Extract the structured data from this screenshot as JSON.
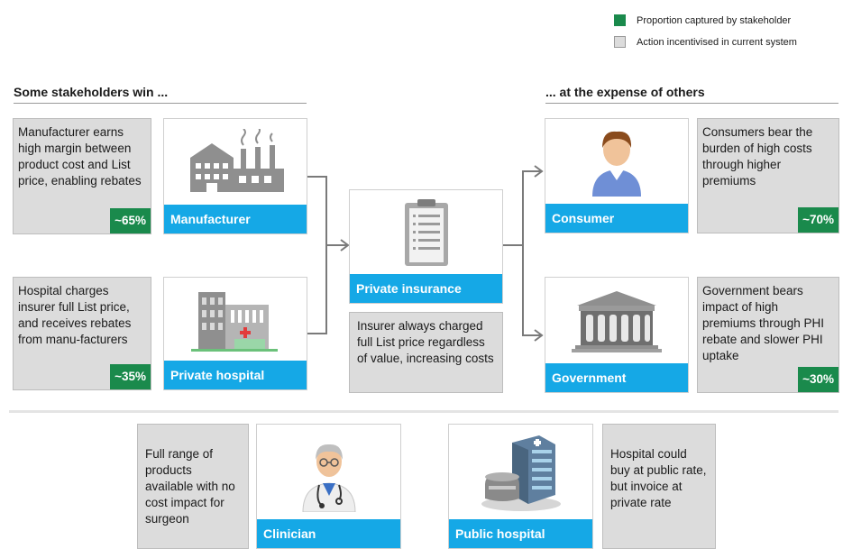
{
  "legend": {
    "items": [
      {
        "label": "Proportion captured by stakeholder",
        "color": "#1a8a4c"
      },
      {
        "label": "Action incentivised in current system",
        "color": "#dcdcdc"
      }
    ]
  },
  "headings": {
    "left": "Some stakeholders win ...",
    "right": "... at the expense of others"
  },
  "winners": [
    {
      "note": "Manufacturer earns high margin between product cost and List price, enabling rebates",
      "share": "~65%",
      "name": "Manufacturer",
      "icon": "factory-icon"
    },
    {
      "note": "Hospital charges insurer full List price, and receives rebates from manu-facturers",
      "share": "~35%",
      "name": "Private hospital",
      "icon": "hospital-icon"
    }
  ],
  "center": {
    "name": "Private insurance",
    "icon": "clipboard-icon",
    "note": "Insurer always charged full List price regardless of value, increasing costs"
  },
  "losers": [
    {
      "name": "Consumer",
      "icon": "person-icon",
      "note": "Consumers bear the burden of high costs through higher premiums",
      "share": "~70%"
    },
    {
      "name": "Government",
      "icon": "government-building-icon",
      "note": "Government bears impact of high premiums through PHI rebate and slower PHI uptake",
      "share": "~30%"
    }
  ],
  "bottom": [
    {
      "note": "Full range of products available with no cost impact for surgeon",
      "name": "Clinician",
      "icon": "doctor-icon"
    },
    {
      "name": "Public hospital",
      "icon": "public-hospital-icon",
      "note": "Hospital could buy at public rate, but invoice at private rate"
    }
  ]
}
